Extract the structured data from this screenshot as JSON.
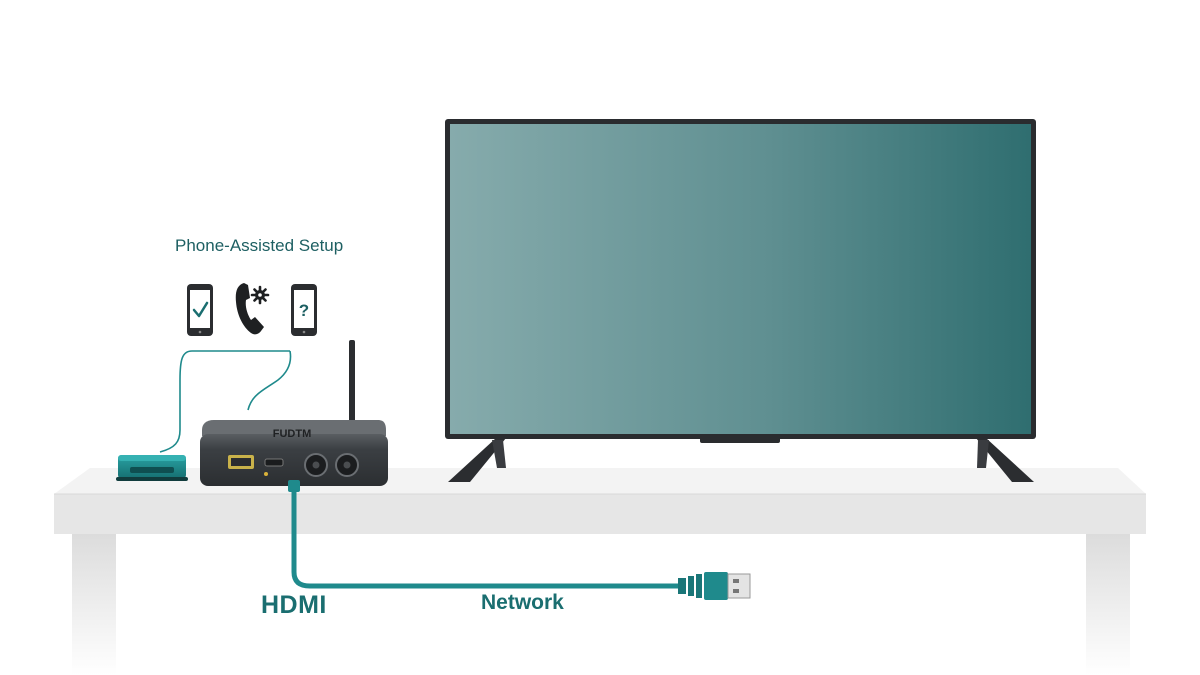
{
  "setup": {
    "title": "Phone-Assisted Setup",
    "icons": [
      "phone-check-icon",
      "phone-gear-icon",
      "phone-question-icon"
    ],
    "question_glyph": "?"
  },
  "device": {
    "brand": "FUDTM"
  },
  "labels": {
    "hdmi": "HDMI",
    "network": "Network"
  },
  "colors": {
    "accent": "#1f8a8c",
    "screen_left": "#85aaab",
    "screen_right": "#2f6e70",
    "device_body": "#3a3d40",
    "table_top": "#ececec"
  }
}
